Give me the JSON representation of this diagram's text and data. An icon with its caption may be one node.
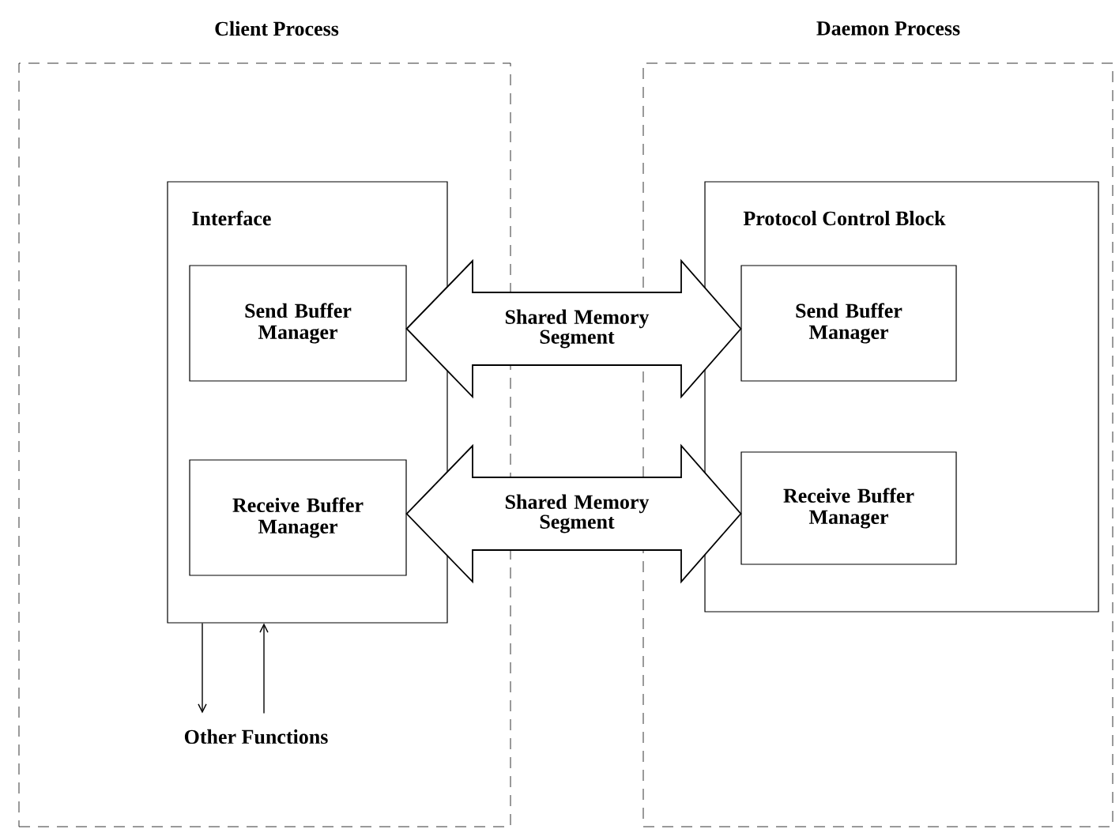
{
  "diagram": {
    "nodes": [
      {
        "text": [
          "Client Process"
        ]
      },
      {
        "text": [
          "Daemon Process"
        ]
      },
      {
        "text": [
          "Interface"
        ],
        "in": 0
      },
      {
        "text": [
          "Send Buffer Manager"
        ],
        "in": 2
      },
      {
        "text": [
          "Receive Buffer Manager"
        ],
        "in": 2
      },
      {
        "text": [
          "Protocol Control Block"
        ],
        "in": 1
      },
      {
        "text": [
          "Send Buffer Manager"
        ],
        "in": 5
      },
      {
        "text": [
          "Receive Buffer Manager"
        ],
        "in": 5
      },
      {
        "text": [
          "Other Functions"
        ],
        "in": 0
      }
    ],
    "edges": [
      {
        "from": 3,
        "to": 6,
        "arrow": "both",
        "label": "Shared Memory Segment",
        "style": "thick"
      },
      {
        "from": 4,
        "to": 7,
        "arrow": "both",
        "label": "Shared Memory Segment",
        "style": "thick"
      },
      {
        "from": 2,
        "to": 8,
        "arrow": "to"
      },
      {
        "from": 8,
        "to": 2,
        "arrow": "to"
      }
    ]
  }
}
